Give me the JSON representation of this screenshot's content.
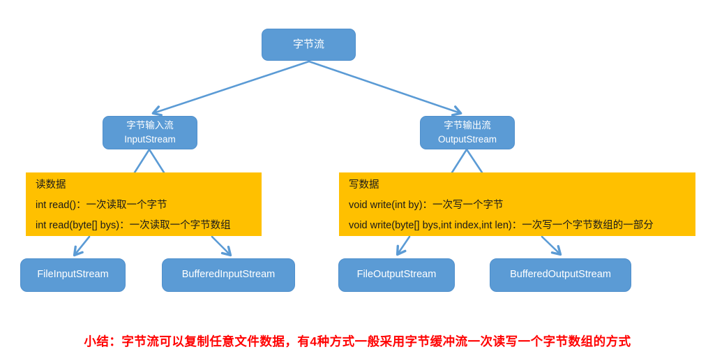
{
  "diagram": {
    "root": {
      "label": "字节流"
    },
    "input_branch": {
      "node_title": "字节输入流",
      "node_subtitle": "InputStream",
      "note": {
        "title": "读数据",
        "line1": "int read()：一次读取一个字节",
        "line2": "int read(byte[] bys)：一次读取一个字节数组"
      },
      "leaves": {
        "file": "FileInputStream",
        "buffered": "BufferedInputStream"
      }
    },
    "output_branch": {
      "node_title": "字节输出流",
      "node_subtitle": "OutputStream",
      "note": {
        "title": "写数据",
        "line1": "void write(int by)：一次写一个字节",
        "line2": "void write(byte[] bys,int index,int len)：一次写一个字节数组的一部分"
      },
      "leaves": {
        "file": "FileOutputStream",
        "buffered": "BufferedOutputStream"
      }
    },
    "summary": "小结：字节流可以复制任意文件数据，有4种方式一般采用字节缓冲流一次读写一个字节数组的方式",
    "colors": {
      "node_fill": "#5b9bd5",
      "note_fill": "#ffc000",
      "arrow": "#5b9bd5",
      "summary_text": "#ff0000",
      "node_text": "#ffffff",
      "note_text": "#1a1a1a"
    }
  }
}
